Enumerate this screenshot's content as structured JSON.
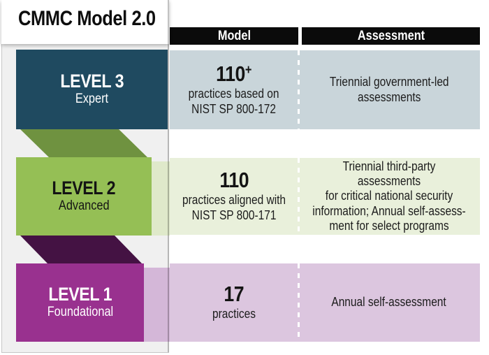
{
  "title": "CMMC Model 2.0",
  "header": {
    "model": "Model",
    "assessment": "Assessment"
  },
  "levels": [
    {
      "name": "LEVEL 3",
      "tier": "Expert",
      "practices_count": "110",
      "practices_plus": "+",
      "practices_detail": "practices based on\nNIST SP 800-172",
      "assessment": "Triennial government-led\nassessments"
    },
    {
      "name": "LEVEL 2",
      "tier": "Advanced",
      "practices_count": "110",
      "practices_plus": "",
      "practices_detail": "practices aligned with\nNIST SP 800-171",
      "assessment": "Triennial third-party assessments\nfor critical national security\ninformation; Annual self-assess-\nment for select programs"
    },
    {
      "name": "LEVEL 1",
      "tier": "Foundational",
      "practices_count": "17",
      "practices_plus": "",
      "practices_detail": "practices",
      "assessment": "Annual self-assessment"
    }
  ],
  "colors": {
    "panel_bg": "#f0f0f0",
    "header_bar": "#0b0b0b",
    "level3_box": "#1f4a60",
    "level3_row": "#c9d5da",
    "fold_green": "#6f9240",
    "level2_box": "#95bf55",
    "level2_strip": "#dfe9ca",
    "level2_row": "#e9f0db",
    "fold_purple": "#441243",
    "level1_box": "#99318f",
    "level1_strip": "#d4b7d8",
    "level1_row": "#dcc6df"
  }
}
